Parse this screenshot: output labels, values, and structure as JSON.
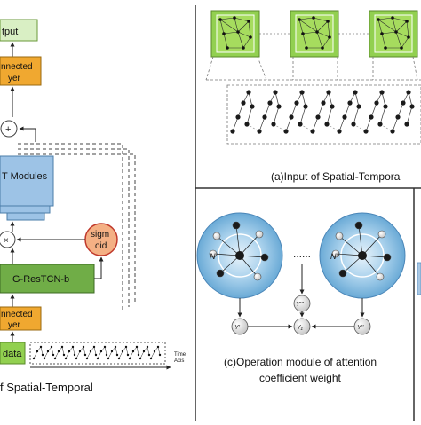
{
  "left_panel": {
    "output_label": "tput",
    "fc_top_label_line1": "nnected",
    "fc_top_label_line2": "yer",
    "modules_label": "T Modules",
    "sigmoid_line1": "sigm",
    "sigmoid_line2": "oid",
    "gres_label": "G-ResTCN-b",
    "fc_bottom_label_line1": "nnected",
    "fc_bottom_label_line2": "yer",
    "data_label": "data",
    "time_axis_line1": "Time",
    "time_axis_line2": "Axis",
    "caption": "f Spatial-Temporal"
  },
  "panel_a": {
    "caption": "(a)Input of Spatial-Tempora"
  },
  "panel_c": {
    "caption_line1": "(c)Operation module of attention",
    "caption_line2": "coefficient weight",
    "left_node_label": "N'",
    "right_node_label": "N''",
    "dots": "......",
    "y_left": "Y'",
    "y_mid_top": "Y'''",
    "y_center": "Y₁",
    "y_right": "Y''"
  },
  "colors": {
    "green": "#92d050",
    "orange": "#f0a830",
    "blue": "#9dc3e6",
    "blue_dark": "#5b9bd5",
    "circle_blue": "#7fb8dc",
    "node_dark": "#1a1a1a"
  }
}
